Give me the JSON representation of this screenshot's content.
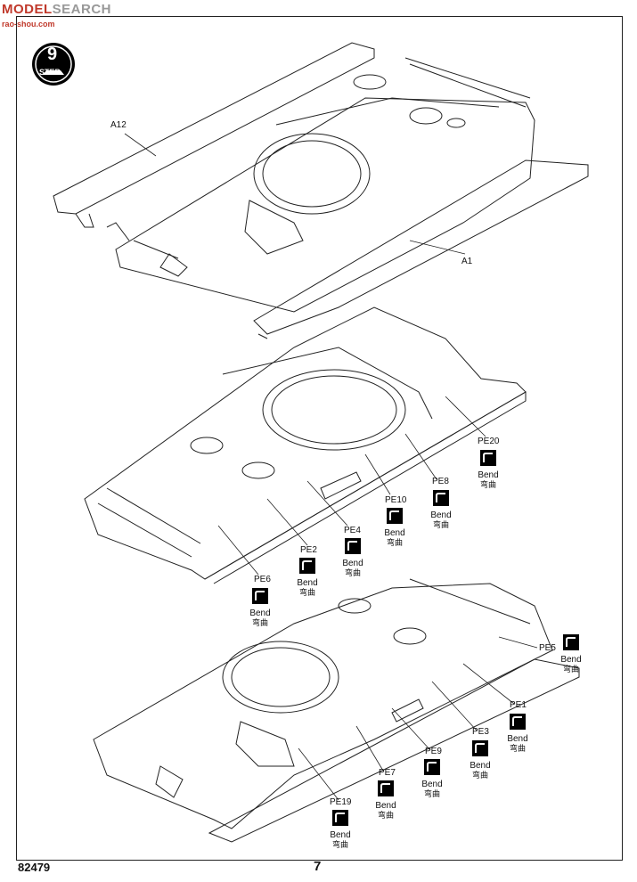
{
  "watermark": {
    "brand_a": "MODEL",
    "brand_b": "SEARCH",
    "sub": "rao-shou.com"
  },
  "step": {
    "label": "STEP",
    "number": "9"
  },
  "parts": {
    "a12": "A12",
    "a1": "A1"
  },
  "bend": {
    "en": "Bend",
    "zh": "弯曲"
  },
  "pe_labels": {
    "pe20": "PE20",
    "pe8": "PE8",
    "pe10": "PE10",
    "pe4": "PE4",
    "pe2": "PE2",
    "pe6": "PE6",
    "pe5": "PE5",
    "pe1": "PE1",
    "pe3": "PE3",
    "pe9": "PE9",
    "pe7": "PE7",
    "pe19": "PE19"
  },
  "footer": {
    "code": "82479",
    "page": "7"
  }
}
